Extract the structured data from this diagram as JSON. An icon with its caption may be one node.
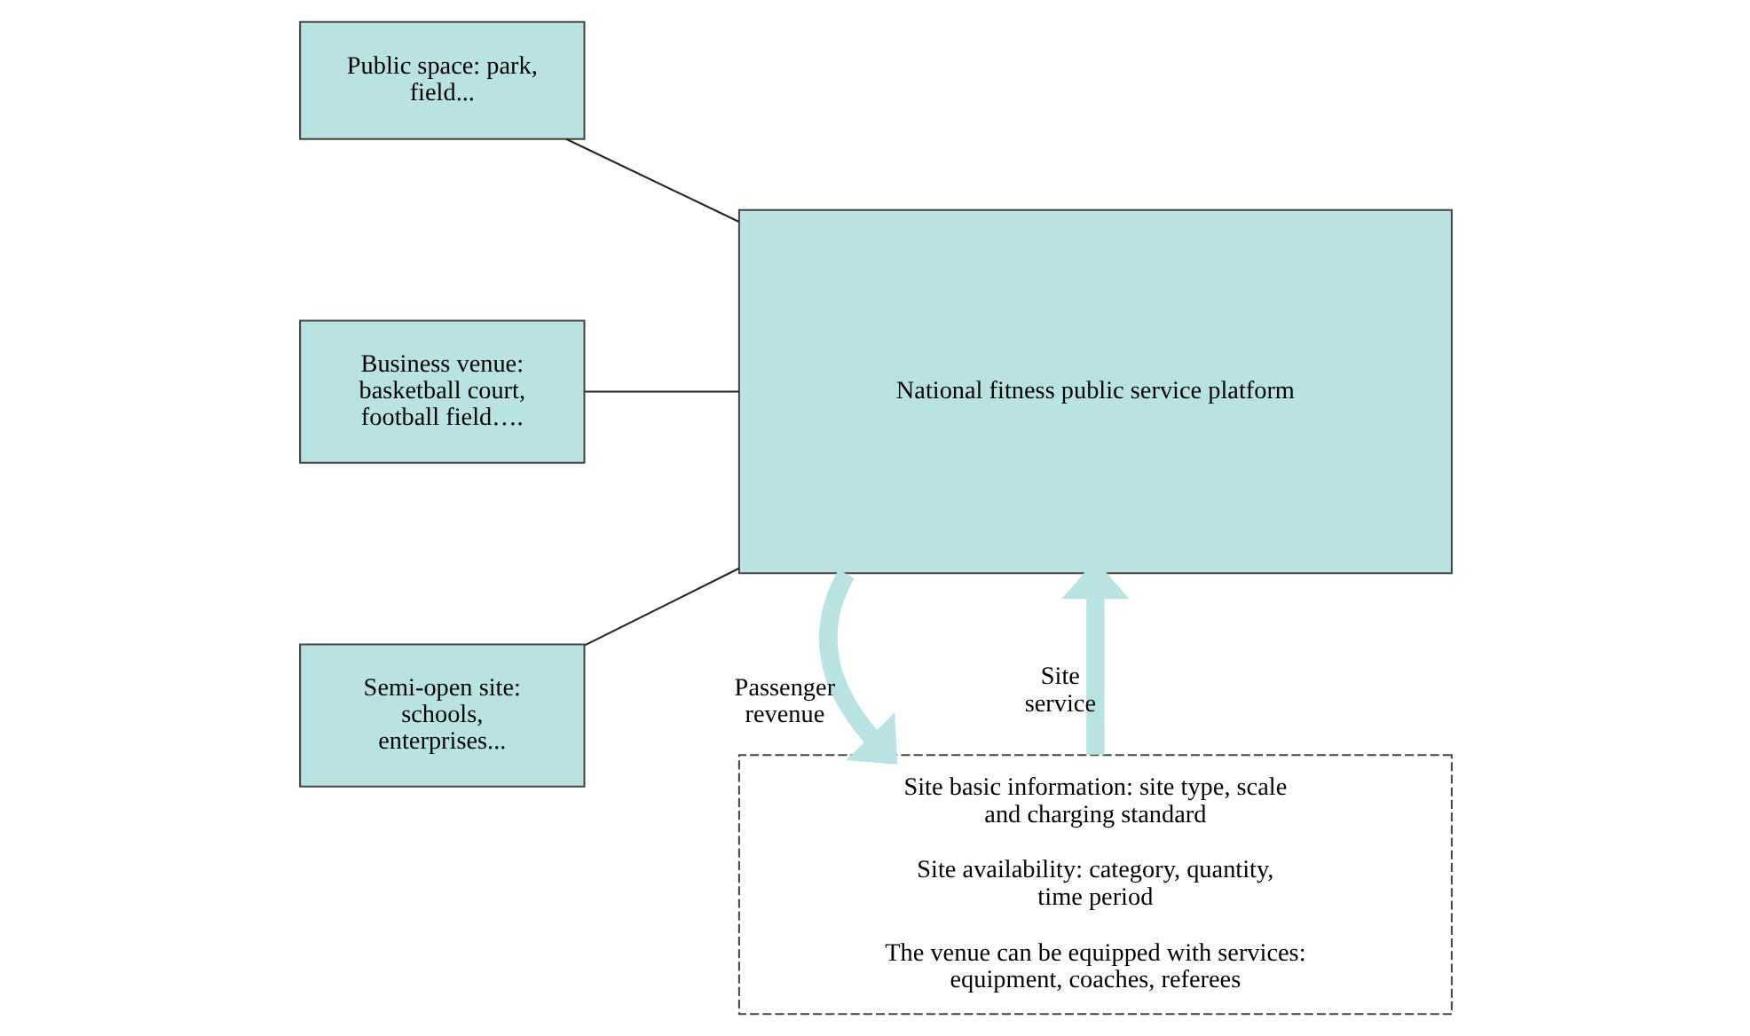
{
  "diagram": {
    "nodes": [
      {
        "text": [
          "Public space: park, field..."
        ]
      },
      {
        "text": [
          "Business venue: basketball court, football field…."
        ]
      },
      {
        "text": [
          "Semi-open site: schools, enterprises..."
        ]
      },
      {
        "text": [
          "National fitness public service platform"
        ]
      },
      {
        "text": [
          "Site basic information: site type, scale and charging standard",
          "Site availability: category, quantity, time period",
          "The venue can be equipped with services: equipment, coaches, referees"
        ]
      }
    ],
    "edges": [
      {
        "from": 0,
        "to": 3,
        "arrow": "none"
      },
      {
        "from": 1,
        "to": 3,
        "arrow": "none"
      },
      {
        "from": 2,
        "to": 3,
        "arrow": "none"
      },
      {
        "from": 4,
        "to": 3,
        "arrow": "to",
        "label": "Site service",
        "style": "thick",
        "color": "#b9e3e3"
      },
      {
        "from": 3,
        "to": 4,
        "arrow": "to",
        "label": "Passenger revenue",
        "style": "thick",
        "color": "#b9e3e3"
      }
    ]
  }
}
